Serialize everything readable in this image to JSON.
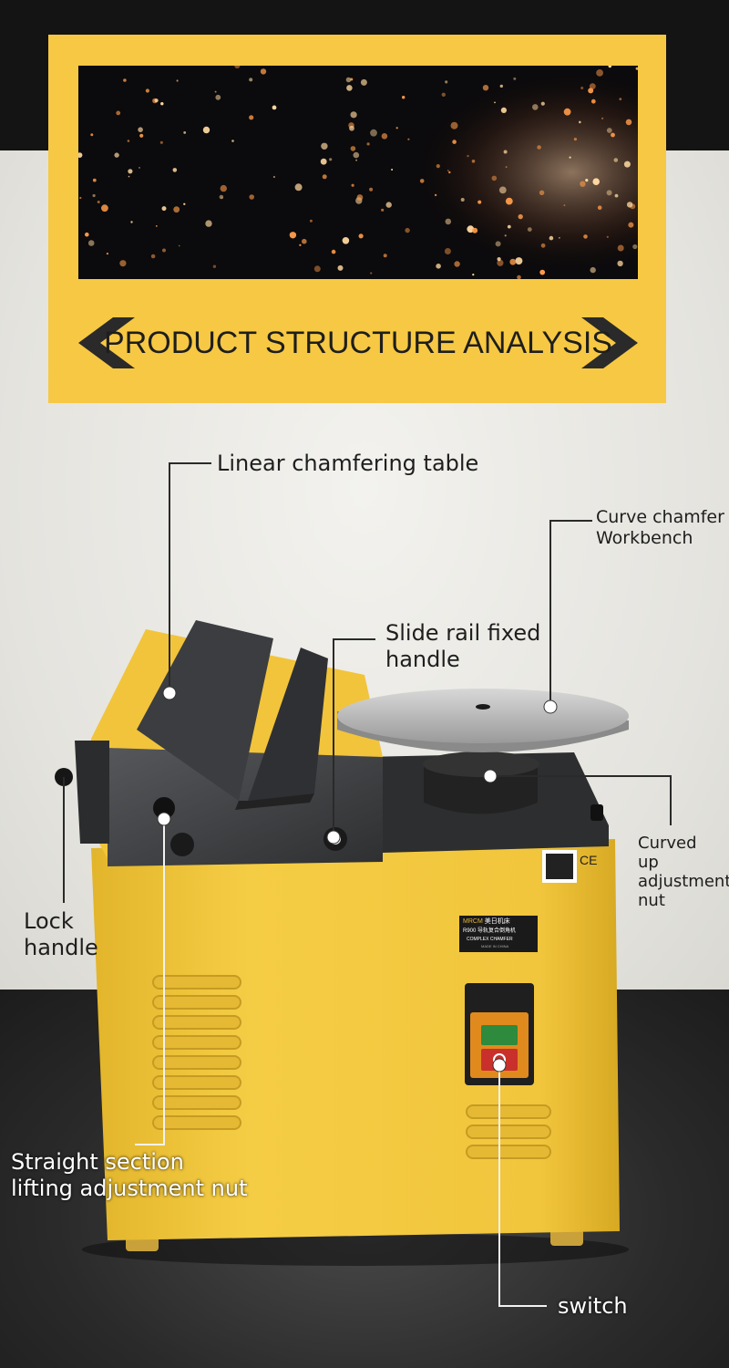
{
  "header": {
    "title": "PRODUCT STRUCTURE ANALYSIS"
  },
  "callouts": {
    "linear_table": "Linear chamfering table",
    "curve_bench_line1": "Curve chamfer",
    "curve_bench_line2": "Workbench",
    "slide_rail_line1": "Slide rail fixed",
    "slide_rail_line2": "handle",
    "curved_up_line1": "Curved",
    "curved_up_line2": "up",
    "curved_up_line3": "adjustment",
    "curved_up_line4": "nut",
    "lock_line1": "Lock",
    "lock_line2": "handle",
    "straight_line1": "Straight section",
    "straight_line2": "lifting adjustment nut",
    "switch": "switch"
  },
  "machine": {
    "brand_badge": "MRCM",
    "badge_cn": "美日机床",
    "model": "R900",
    "model_cn": "导轨复合倒角机",
    "product_line": "COMPLEX CHAMFER",
    "made_in": "MADE IN CHINA",
    "ce_mark": "CE"
  },
  "colors": {
    "banner_yellow": "#f7c843",
    "machine_yellow": "#f0c53a",
    "dark_steel": "#3a3b3d",
    "text_dark": "#1e1e1e"
  }
}
